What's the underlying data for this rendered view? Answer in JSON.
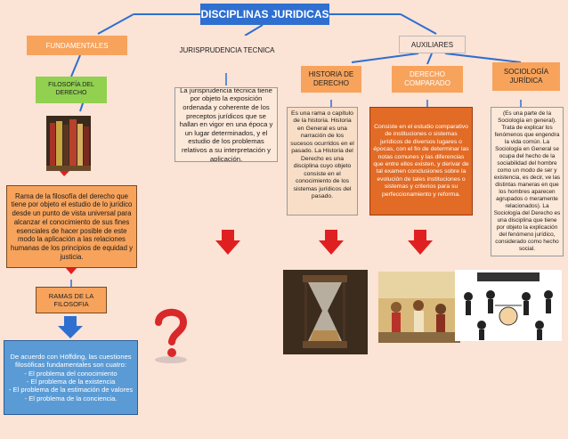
{
  "title": "DISCIPLINAS JURIDICAS",
  "fundamentales": {
    "label": "FUNDAMENTALES",
    "filosofia": "FILOSOFÍA DEL DERECHO",
    "filosofia_desc": "Rama de la filosofía del derecho que tiene por objeto el estudio de lo jurídico desde un punto de vista universal para alcanzar el conocimiento de sus fines esenciales de hacer posible de este modo la aplicación a las relaciones humanas de los principios de equidad y justicia.",
    "ramas": "RAMAS DE LA FILOSOFIA",
    "ramas_desc": "De acuerdo con Höffding, las cuestiones filosóficas fundamentales son cuatro:\n- El problema del conocimiento\n- El problema de la existencia\n- El problema de la estimación de valores\n- El problema de la conciencia."
  },
  "jurisprudencia": {
    "label": "JURISPRUDENCIA TECNICA",
    "desc": "La jurisprudencia técnica tiene por objeto la exposición ordenada y coherente de los preceptos jurídicos que se hallan en vigor en una época y un lugar determinados, y el estudio de los problemas relativos a su interpretación y aplicación."
  },
  "auxiliares": {
    "label": "AUXILIARES",
    "historia": "HISTORIA DE DERECHO",
    "historia_desc": "Es una rama o capítulo de la historia. Historia en General es una narración de los sucesos ocurridos en el pasado. La Historia del Derecho es una disciplina cuyo objeto consiste en el conocimiento de los sistemas jurídicos del pasado.",
    "comparado": "DERECHO COMPARADO",
    "comparado_desc": "Consiste en el estudio comparativo de instituciones o sistemas jurídicos de diversos lugares o épocas, con el fin de determinar las notas comunes y las diferencias que entre ellos existen, y derivar de tal examen conclusiones sobre la evolución de tales instituciones o sistemas y criterios para su perfeccionamiento y reforma.",
    "sociologia": "SOCIOLOGÍA JURÍDICA",
    "sociologia_desc": "(Es una parte de la Sociología en general). Trata de explicar los fenómenos que engendra la vida común. La Sociología en General se ocupa del hecho de la sociabilidad del hombre como un modo de ser y existencia, es decir, ve las distintas maneras en que los hombres aparecen agrupados o meramente relacionados). La Sociología del Derecho es una disciplina que tiene por objeto la explicación del fenómeno jurídico, considerado como hecho social."
  },
  "colors": {
    "background": "#fbe3d6",
    "title_bg": "#2e6fd0",
    "orange": "#f7a35c",
    "green": "#92d050",
    "blue": "#5b9bd5",
    "arrow_red": "#e02020",
    "arrow_blue": "#2e6fd0"
  }
}
